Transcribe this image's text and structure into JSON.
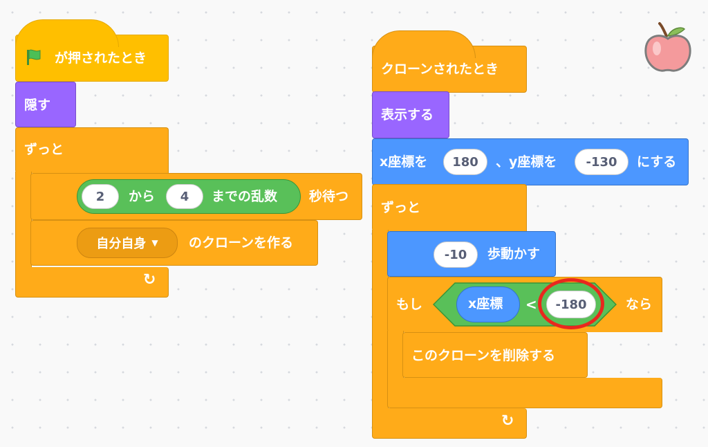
{
  "left_script": {
    "hat_label": "が押されたとき",
    "hide_label": "隠す",
    "forever_label": "ずっと",
    "wait_from": "2",
    "wait_kara": "から",
    "wait_to": "4",
    "wait_random_label": "までの乱数",
    "wait_seconds_label": "秒待つ",
    "clone_menu_value": "自分自身",
    "clone_label": "のクローンを作る"
  },
  "right_script": {
    "hat_label": "クローンされたとき",
    "show_label": "表示する",
    "goto_x_label": "x座標を",
    "goto_x_value": "180",
    "goto_y_label": "、y座標を",
    "goto_y_value": "-130",
    "goto_end_label": "にする",
    "forever_label": "ずっと",
    "move_value": "-10",
    "move_label": "歩動かす",
    "if_label": "もし",
    "x_position_label": "x座標",
    "lt_symbol": "<",
    "compare_value": "-180",
    "then_label": "なら",
    "delete_clone_label": "このクローンを削除する"
  },
  "sprite": {
    "icon": "apple-icon"
  },
  "colors": {
    "events": "#ffbf00",
    "looks": "#9966ff",
    "control": "#ffab19",
    "motion": "#4c97ff",
    "operators": "#59c059",
    "highlight": "#e8281e"
  }
}
